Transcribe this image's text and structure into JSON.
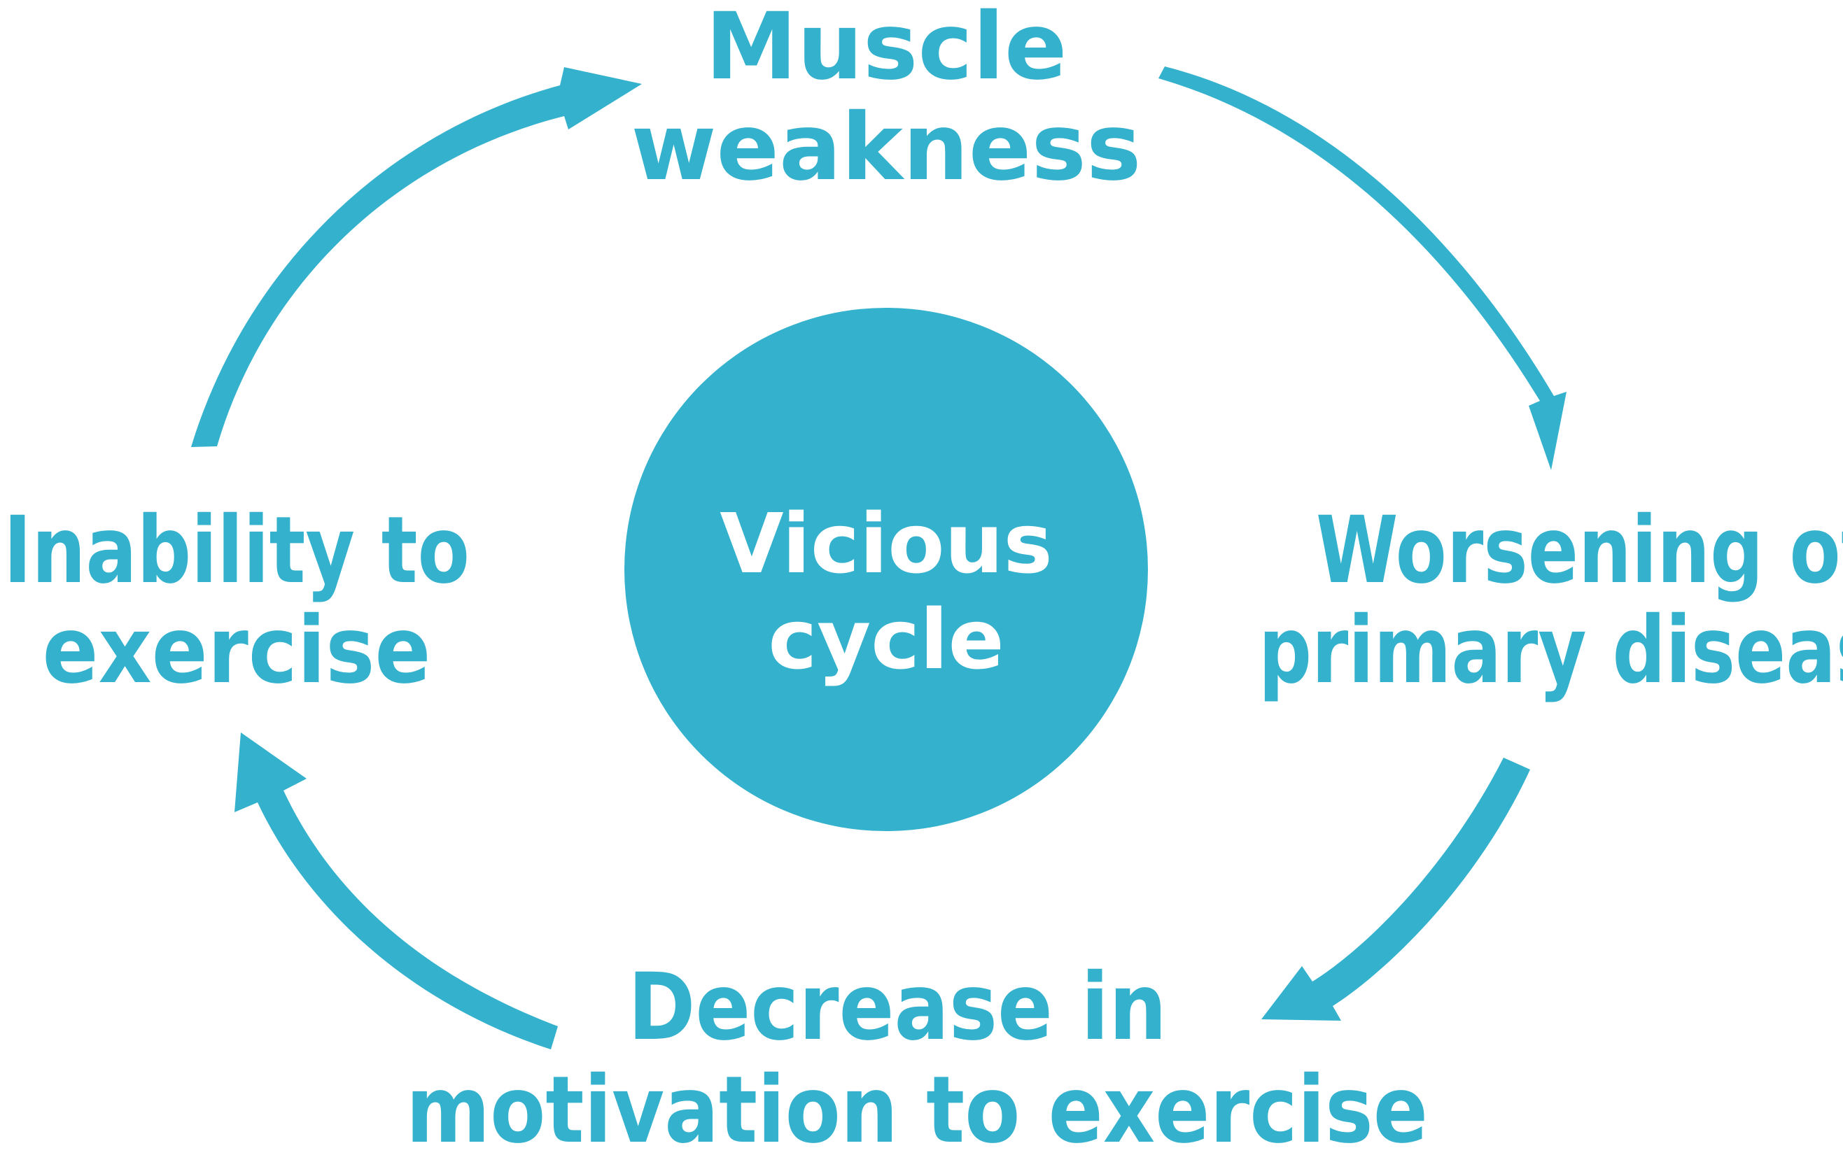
{
  "colors": {
    "accent": "#33B1CD",
    "background": "#FFFFFF",
    "center_text": "#FFFFFF"
  },
  "center": {
    "line1": "Vicious",
    "line2": "cycle"
  },
  "nodes": {
    "top": {
      "line1": "Muscle",
      "line2": "weakness"
    },
    "right": {
      "line1": "Worsening of",
      "line2": "primary disease"
    },
    "bottom": {
      "line1": "Decrease in",
      "line2": "motivation to exercise"
    },
    "left": {
      "line1": "Inability to",
      "line2": "exercise"
    }
  },
  "arrows": [
    {
      "from": "top",
      "to": "right"
    },
    {
      "from": "right",
      "to": "bottom"
    },
    {
      "from": "bottom",
      "to": "left"
    },
    {
      "from": "left",
      "to": "top"
    }
  ]
}
